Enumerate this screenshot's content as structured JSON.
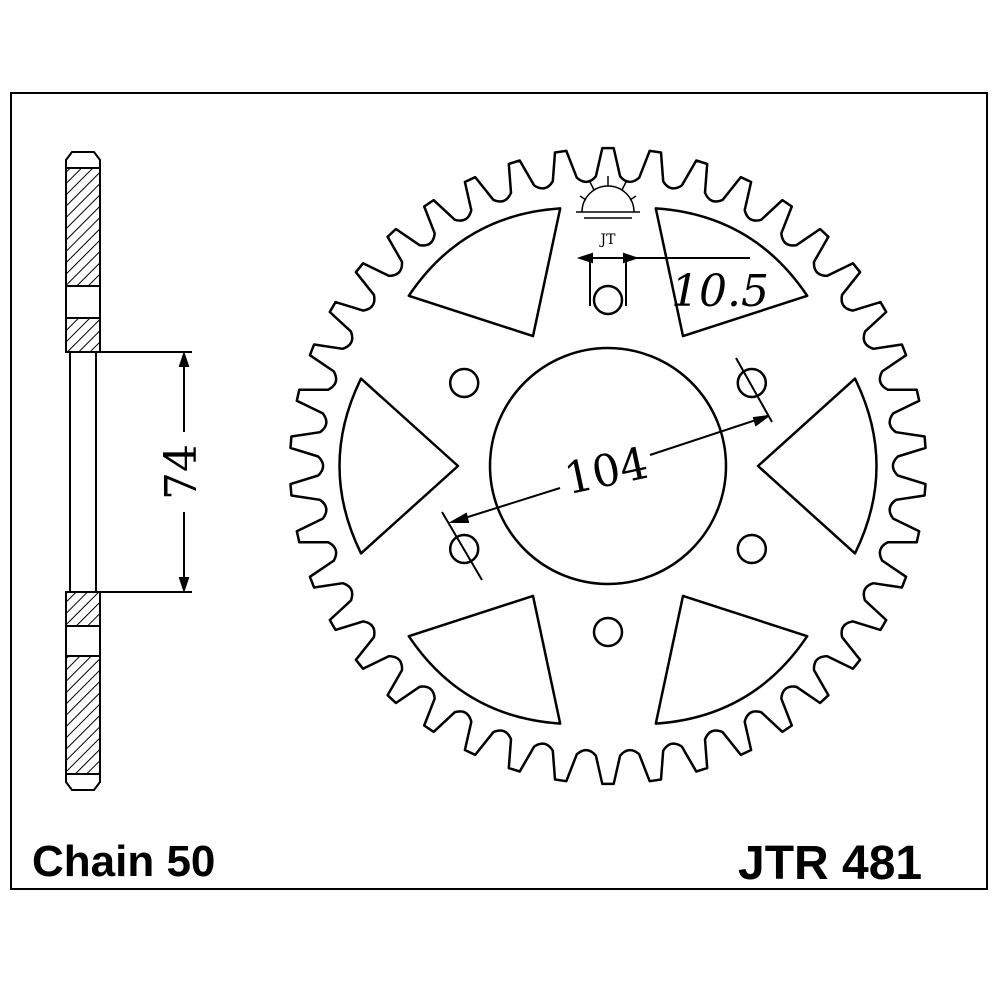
{
  "drawing": {
    "hub_width_dim": "74",
    "bolt_circle_dim": "104",
    "bolt_hole_dim": "10.5",
    "teeth_count": 42,
    "bolt_holes": 6
  },
  "footer": {
    "chain_label": "Chain 50",
    "part_number": "JTR 481"
  },
  "logo": {
    "glyph": "JT"
  }
}
